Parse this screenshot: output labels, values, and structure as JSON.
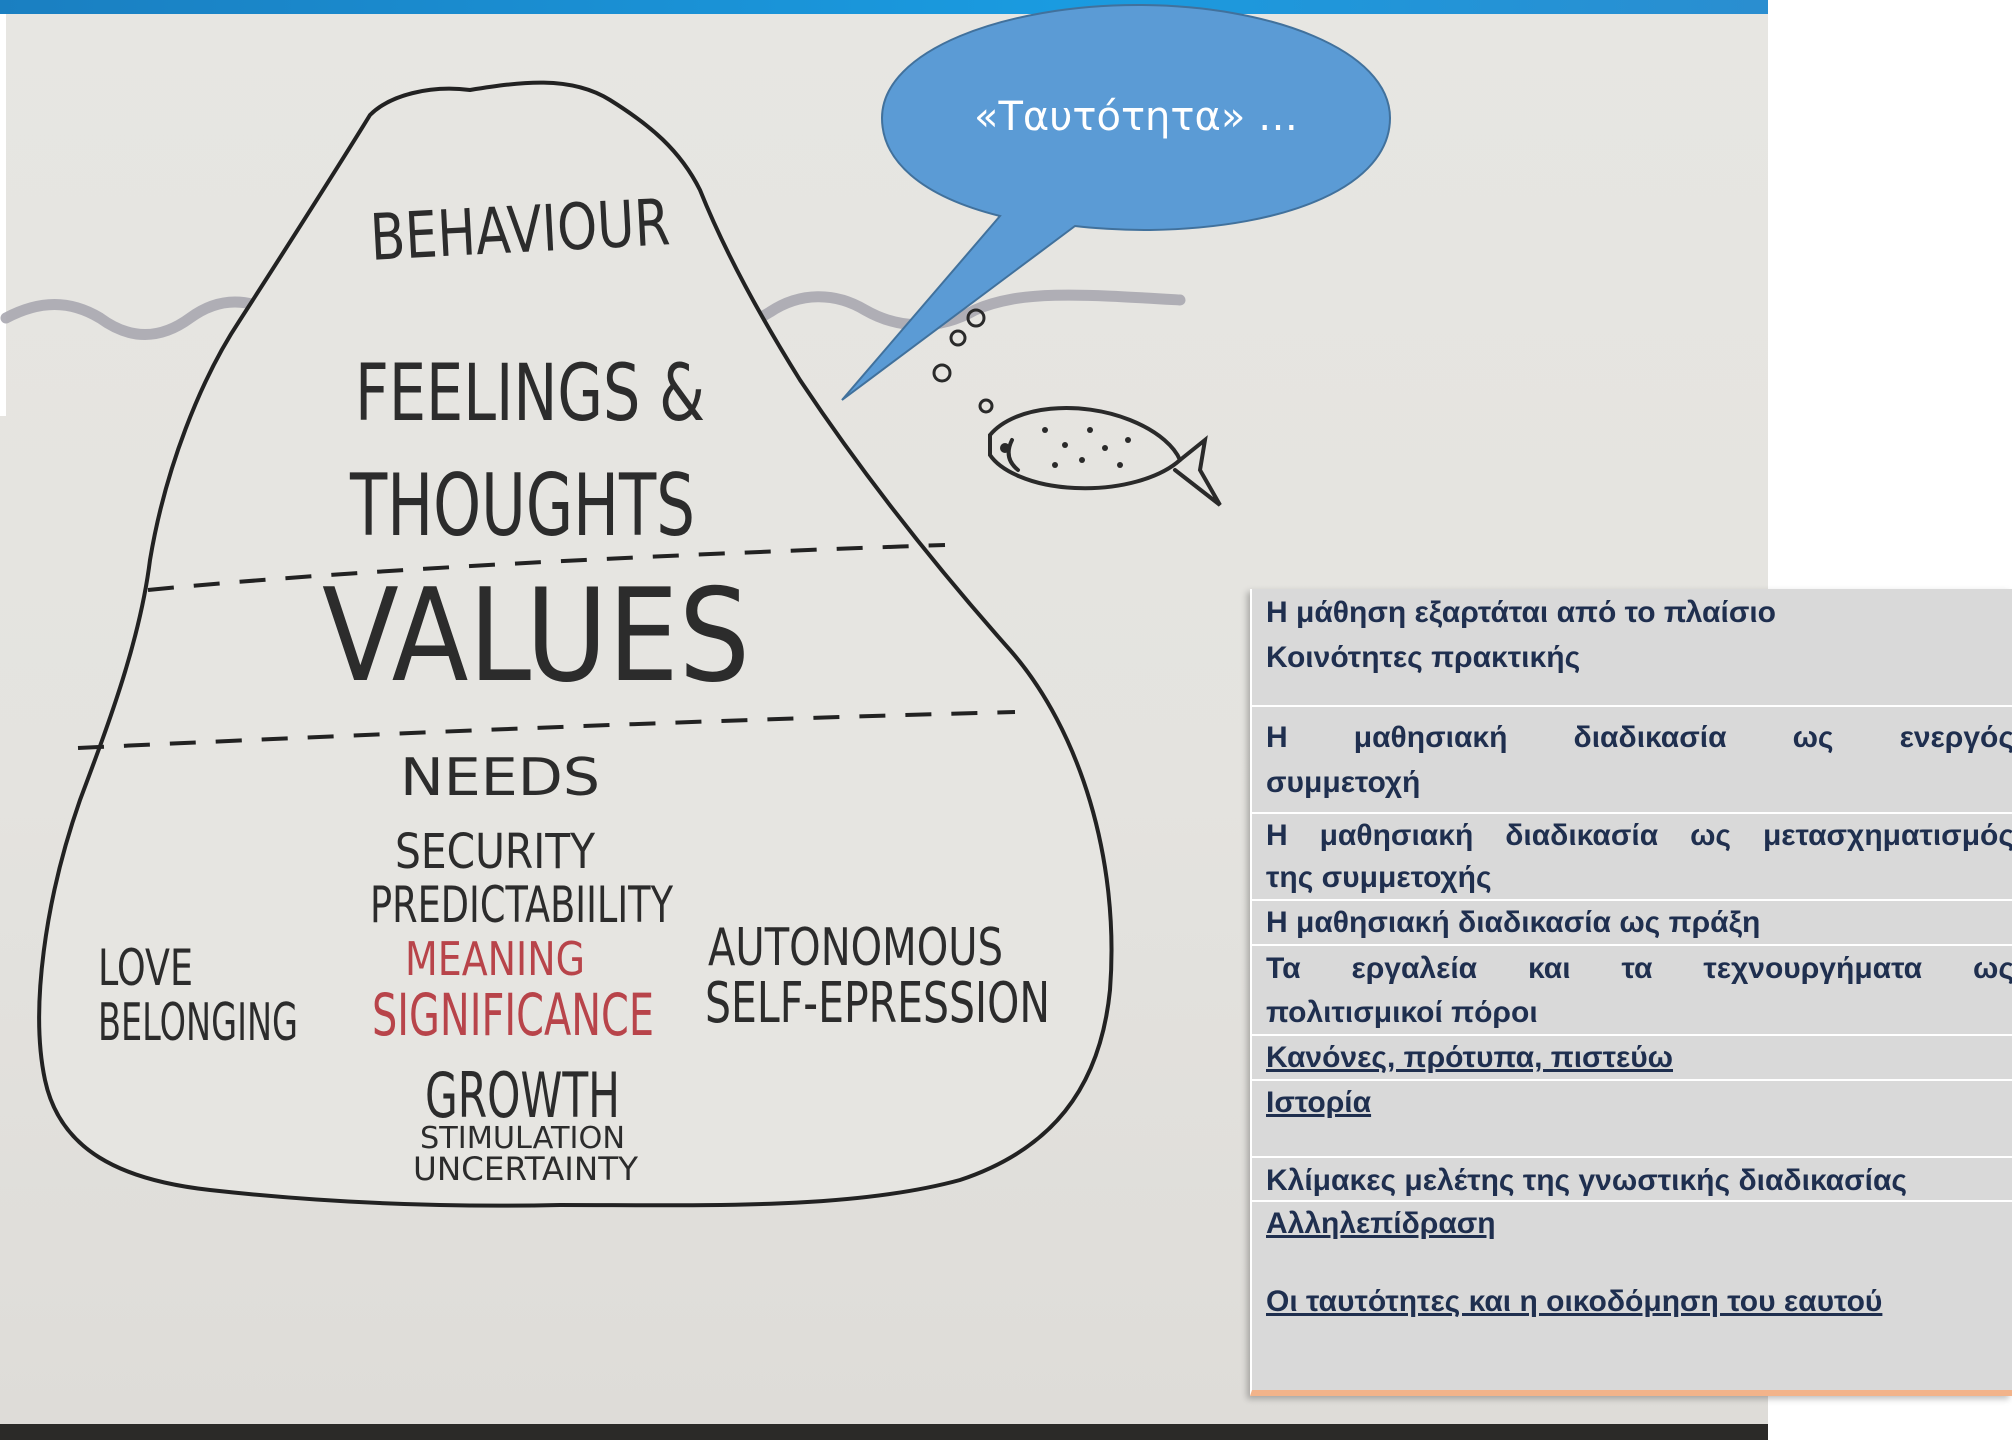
{
  "bubble": {
    "text": "«Ταυτότητα» …",
    "color": "#5b9bd5"
  },
  "iceberg": {
    "tip": "BEHAVIOUR",
    "feelings_line1": "FEELINGS &",
    "feelings_line2": "THOUGHTS",
    "values": "VALUES",
    "needs": "NEEDS",
    "security": "SECURITY",
    "predictability": "PREDICTABIILITY",
    "meaning": "MEANING",
    "significance": "SIGNIFICANCE",
    "love": "LOVE",
    "belonging": "BELONGING",
    "autonomous": "AUTONOMOUS",
    "self_expression": "SELF-EPRESSION",
    "growth": "GROWTH",
    "stimulation": "STIMULATION",
    "uncertainty": "UNCERTAINTY"
  },
  "topics": [
    {
      "line1": "Η μάθηση εξαρτάται από το πλαίσιο",
      "line2": "Κοινότητες πρακτικής"
    },
    {
      "words": [
        "Η",
        "μαθησιακή",
        "διαδικασία",
        "ως",
        "ενεργός"
      ],
      "line2": "συμμετοχή"
    },
    {
      "words": [
        "Η",
        "μαθησιακή",
        "διαδικασία",
        "ως",
        "μετασχηματισμός"
      ],
      "line2": "της συμμετοχής"
    },
    {
      "line1": "Η μαθησιακή διαδικασία ως πράξη"
    },
    {
      "words": [
        "Τα",
        "εργαλεία",
        "και",
        "τα",
        "τεχνουργήματα",
        "ως"
      ],
      "line2": "πολιτισμικοί πόροι"
    },
    {
      "line1": "Κανόνες, πρότυπα, πιστεύω"
    },
    {
      "line1": "Ιστορία"
    },
    {
      "line1": "Κλίμακες μελέτης της γνωστικής διαδικασίας"
    },
    {
      "line1": "Αλληλεπίδραση"
    },
    {
      "line1": "Οι ταυτότητες και η οικοδόμηση του εαυτού"
    }
  ]
}
